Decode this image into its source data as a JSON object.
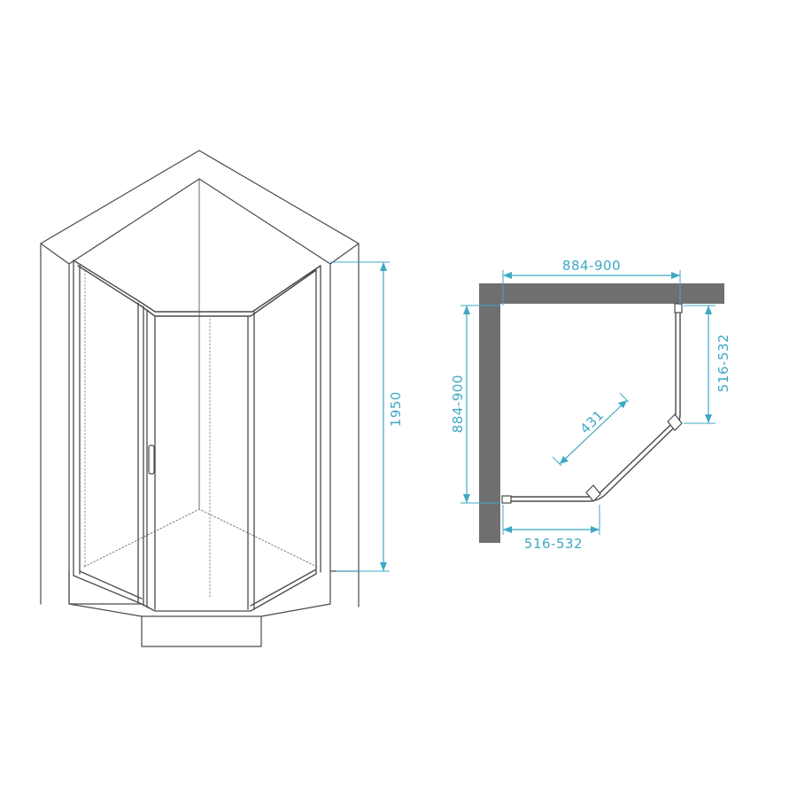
{
  "colors": {
    "line": "#4a4a4a",
    "dimension": "#3fa8c4",
    "wall_fill": "#6f6f6f",
    "background": "#ffffff"
  },
  "elevation_view": {
    "height_label": "1950"
  },
  "plan_view": {
    "width_label": "884-900",
    "depth_label": "884-900",
    "right_return_label": "516-532",
    "bottom_return_label": "516-532",
    "diagonal_label": "431"
  }
}
